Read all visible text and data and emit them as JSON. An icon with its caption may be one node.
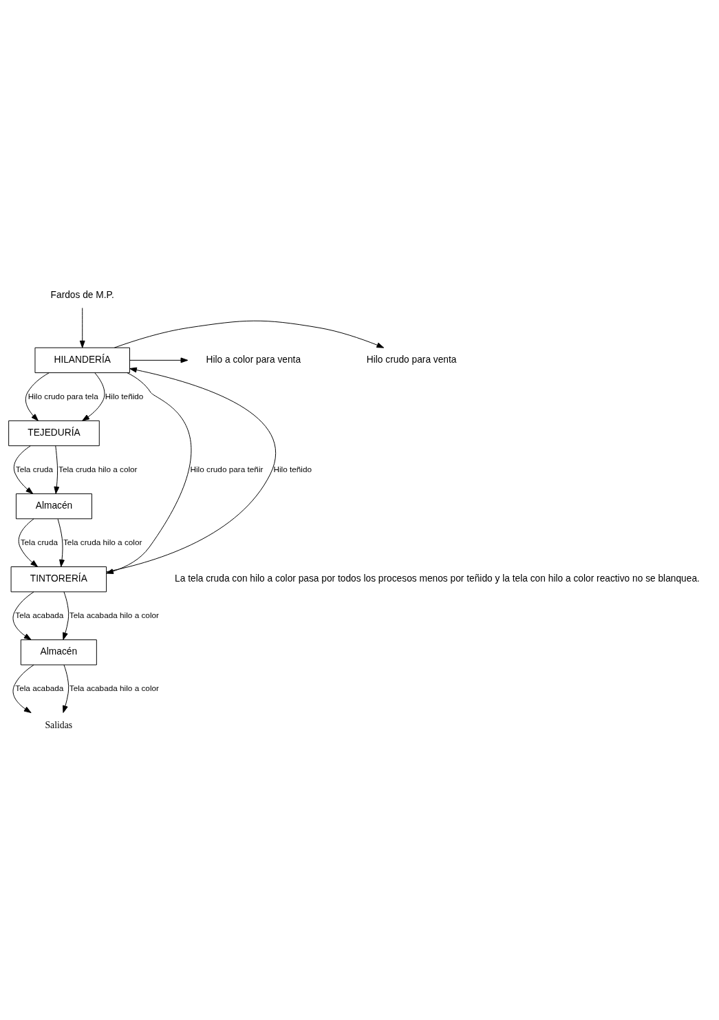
{
  "diagram": {
    "nodes": [
      {
        "text": [
          "Fardos de M.P."
        ]
      },
      {
        "text": [
          "HILANDERÍA"
        ]
      },
      {
        "text": [
          "Hilo crudo para venta"
        ]
      },
      {
        "text": [
          "Hilo a color para venta"
        ]
      },
      {
        "text": [
          "TEJEDURÍA"
        ]
      },
      {
        "text": [
          "Almacén"
        ]
      },
      {
        "text": [
          "TINTORERÍA"
        ]
      },
      {
        "text": [
          "Almacén"
        ]
      },
      {
        "text": [
          "Salidas"
        ]
      }
    ],
    "edges": [
      {
        "from": 0,
        "to": 1,
        "arrow": "to"
      },
      {
        "from": 1,
        "to": 2,
        "arrow": "to"
      },
      {
        "from": 1,
        "to": 3,
        "arrow": "to"
      },
      {
        "from": 1,
        "to": 4,
        "arrow": "to",
        "label": "Hilo crudo para tela"
      },
      {
        "from": 1,
        "to": 4,
        "arrow": "to",
        "label": "Hilo teñido"
      },
      {
        "from": 4,
        "to": 5,
        "arrow": "to",
        "label": "Tela cruda"
      },
      {
        "from": 4,
        "to": 5,
        "arrow": "to",
        "label": "Tela cruda hilo a color"
      },
      {
        "from": 5,
        "to": 6,
        "arrow": "to",
        "label": "Tela cruda"
      },
      {
        "from": 5,
        "to": 6,
        "arrow": "to",
        "label": "Tela cruda hilo a color"
      },
      {
        "from": 1,
        "to": 6,
        "arrow": "to",
        "label": "Hilo crudo para teñir"
      },
      {
        "from": 6,
        "to": 1,
        "arrow": "to",
        "label": "Hilo teñido"
      },
      {
        "from": 6,
        "to": 7,
        "arrow": "to",
        "label": "Tela acabada"
      },
      {
        "from": 6,
        "to": 7,
        "arrow": "to",
        "label": "Tela acabada hilo a color"
      },
      {
        "from": 7,
        "to": 8,
        "arrow": "to",
        "label": "Tela acabada"
      },
      {
        "from": 7,
        "to": 8,
        "arrow": "to",
        "label": "Tela acabada hilo a color"
      }
    ],
    "labels": [
      "La tela cruda con hilo a color pasa por todos los procesos menos por teñido y la tela con hilo a color reactivo no se blanquea."
    ]
  }
}
